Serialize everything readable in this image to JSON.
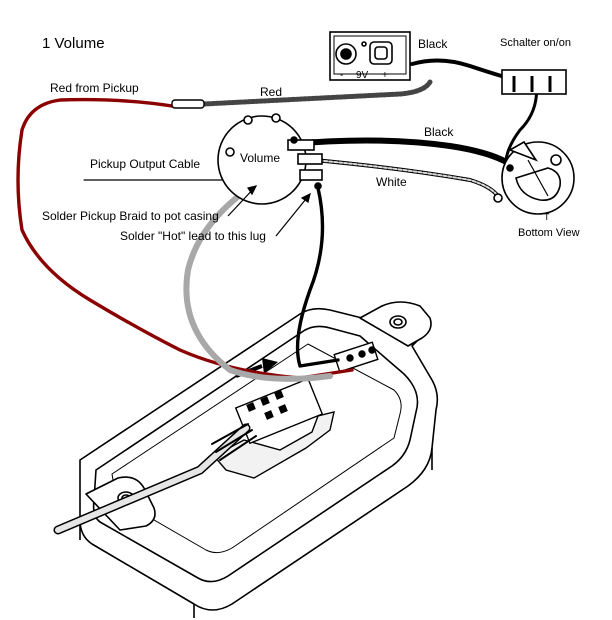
{
  "title": "1 Volume",
  "labels": {
    "red_from_pickup": "Red from Pickup",
    "red": "Red",
    "black_top": "Black",
    "black_mid": "Black",
    "white": "White",
    "switch": "Schalter on/on",
    "volume": "Volume",
    "pickup_output_cable": "Pickup Output Cable",
    "solder_braid": "Solder Pickup Braid to pot casing",
    "solder_hot": "Solder \"Hot\" lead to this lug",
    "bottom_view": "Bottom View",
    "bottom_view_mark": "T",
    "battery_minus": "-",
    "battery_voltage": "9V",
    "battery_plus": "+"
  },
  "colors": {
    "red_wire": "#8b0000",
    "black_wire": "#000000",
    "gray_wire": "#a8a8a8",
    "line": "#000000"
  }
}
